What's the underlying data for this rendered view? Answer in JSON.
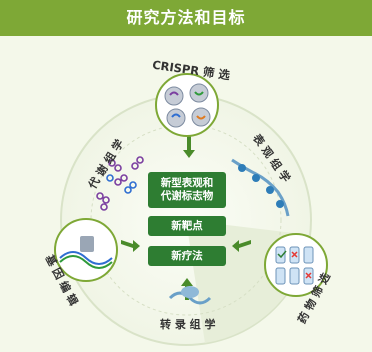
{
  "header": {
    "title": "研究方法和目标"
  },
  "diagram": {
    "colors": {
      "header": "#7ea836",
      "center_box": "#2e7d32",
      "accent": "#4a8b2a"
    },
    "center": {
      "label_1": "新型表观和",
      "label_2": "代谢标志物",
      "label_3": "新靶点",
      "label_4": "新疗法"
    },
    "sectors": {
      "crispr": "CRISPR 筛 选",
      "epigenomics": "表 观 组 学",
      "metabolomics": "代 谢 组 学",
      "gene_editing": "基 因 编 辑",
      "drug_screening": "药 物 筛 选",
      "transcriptomics": "转 录 组 学"
    }
  }
}
